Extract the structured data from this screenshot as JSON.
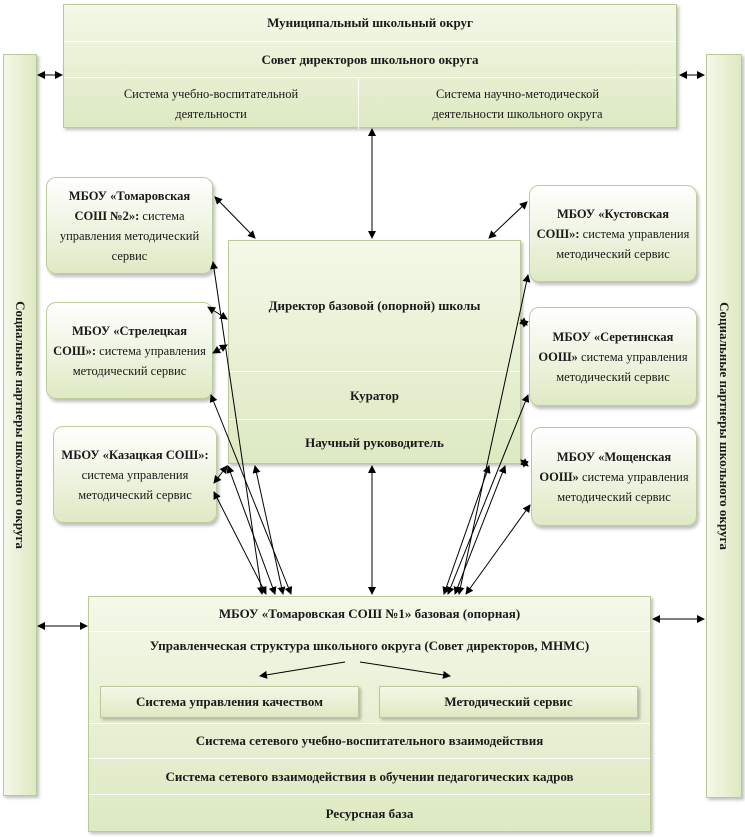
{
  "top": {
    "title": "Муниципальный школьный округ",
    "council": "Совет директоров школьного округа",
    "left_system": "Система учебно-воспитательной деятельности",
    "right_system": "Система научно-методической деятельности школьного округа"
  },
  "side_label": "Социальные партнеры школьного округа",
  "center": {
    "director": "Директор базовой (опорной) школы",
    "curator": "Куратор",
    "scientific": "Научный руководитель"
  },
  "schools": [
    {
      "name": "МБОУ «Томаровская СОШ №2»:",
      "text": " система управления методический сервис"
    },
    {
      "name": "МБОУ «Стрелецкая СОШ»:",
      "text": " система управления методический сервис"
    },
    {
      "name": "МБОУ «Казацкая СОШ»:",
      "text": "  система управления методический сервис"
    },
    {
      "name": "МБОУ «Кустовская СОШ»:",
      "text": " система управления методический сервис"
    },
    {
      "name": "МБОУ «Серетинская ООШ»",
      "text": "  система управления методический сервис"
    },
    {
      "name": "МБОУ «Мощенская ООШ»",
      "text": "  система управления методический сервис"
    }
  ],
  "bottom": {
    "title": "МБОУ «Томаровская СОШ №1» базовая (опорная)",
    "structure": "Управленческая структура школьного округа (Совет директоров, МНМС)",
    "quality": "Система управления качеством",
    "method": "Методический сервис",
    "network1": "Система сетевого  учебно-воспитательного взаимодействия",
    "network2": "Система сетевого  взаимодействия  в обучении педагогических кадров",
    "resources": "Ресурсная база"
  }
}
